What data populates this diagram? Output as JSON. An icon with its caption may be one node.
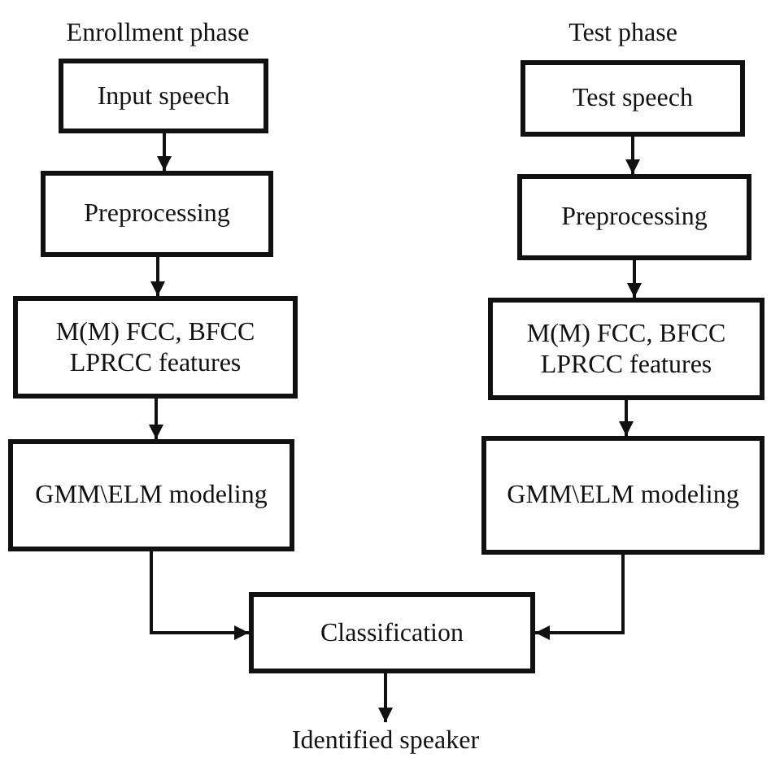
{
  "diagram": {
    "nodes": [
      {
        "text": [
          "Input speech"
        ]
      },
      {
        "text": [
          "Test speech"
        ]
      },
      {
        "text": [
          "Preprocessing"
        ]
      },
      {
        "text": [
          "Preprocessing"
        ]
      },
      {
        "text": [
          "M(M) FCC, BFCC LPRCC features"
        ]
      },
      {
        "text": [
          "M(M) FCC, BFCC LPRCC features"
        ]
      },
      {
        "text": [
          "GMM\\ELM modeling"
        ]
      },
      {
        "text": [
          "GMM\\ELM modeling"
        ]
      },
      {
        "text": [
          "Classification"
        ]
      },
      {
        "text": [
          "Identified speaker"
        ]
      }
    ],
    "edges": [
      {
        "from": 0,
        "to": 2,
        "arrow": "to"
      },
      {
        "from": 1,
        "to": 3,
        "arrow": "to"
      },
      {
        "from": 2,
        "to": 4,
        "arrow": "to"
      },
      {
        "from": 3,
        "to": 5,
        "arrow": "to"
      },
      {
        "from": 4,
        "to": 6,
        "arrow": "to"
      },
      {
        "from": 5,
        "to": 7,
        "arrow": "to"
      },
      {
        "from": 6,
        "to": 8,
        "arrow": "to"
      },
      {
        "from": 7,
        "to": 8,
        "arrow": "to"
      },
      {
        "from": 8,
        "to": 9,
        "arrow": "to"
      }
    ],
    "labels": [
      "Enrollment phase",
      "Test phase"
    ]
  }
}
